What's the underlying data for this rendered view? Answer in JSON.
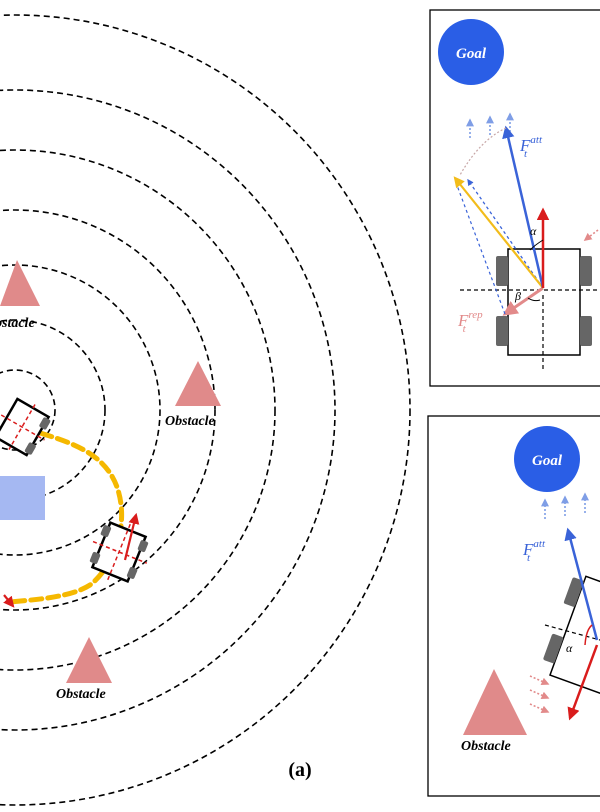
{
  "figure": {
    "caption_a": "(a)"
  },
  "left_panel": {
    "obstacle_labels": [
      "Obstacle",
      "Obstacle",
      "Obstacle"
    ],
    "truncated_obstacle_label": "bstacle"
  },
  "top_panel": {
    "goal_label": "Goal",
    "f_att": "F",
    "f_att_sup": "att",
    "f_att_sub": "t",
    "f_rep": "F",
    "f_rep_sup": "rep",
    "f_rep_sub": "t",
    "alpha": "α",
    "beta": "β"
  },
  "bottom_panel": {
    "goal_label": "Goal",
    "f_att": "F",
    "f_att_sup": "att",
    "f_att_sub": "t",
    "alpha": "α",
    "obstacle_label": "Obstacle"
  },
  "colors": {
    "goal": "#2a5ee6",
    "attractive": "#3a63d8",
    "repulsive": "#e28a8a",
    "resultant": "#f2bc1b",
    "heading": "#d91c1c",
    "obstacle": "#e08a8a",
    "path": "#f5b800"
  }
}
